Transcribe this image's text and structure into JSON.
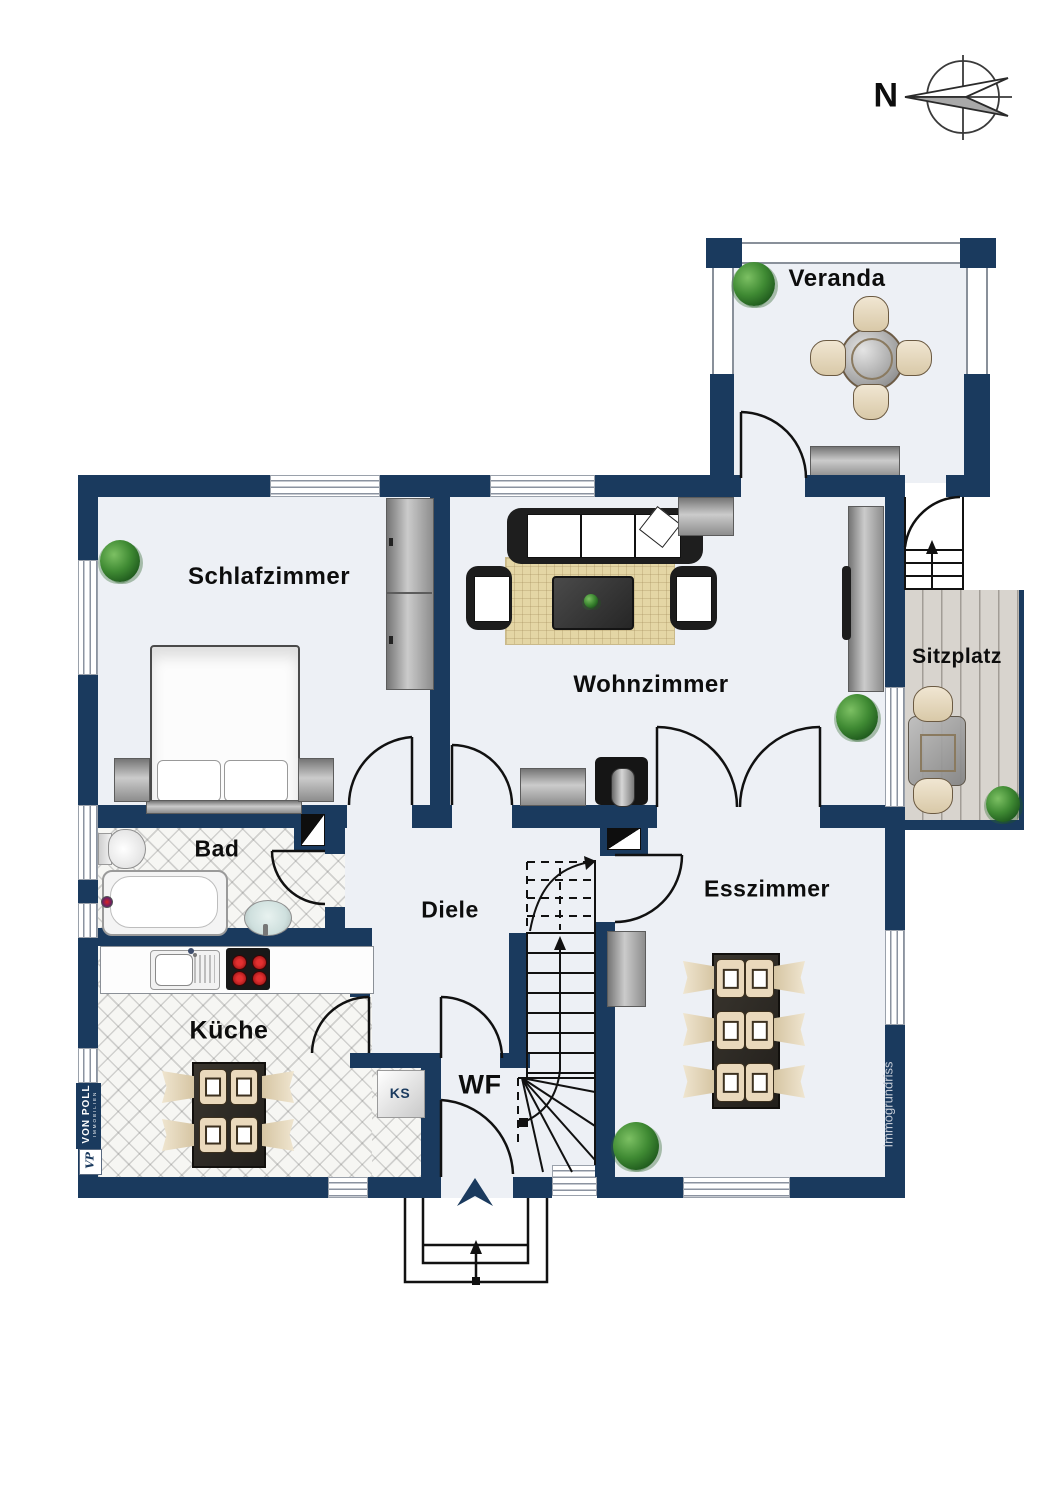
{
  "compass": {
    "north_label": "N"
  },
  "rooms": {
    "veranda": "Veranda",
    "schlafzimmer": "Schlafzimmer",
    "wohnzimmer": "Wohnzimmer",
    "sitzplatz": "Sitzplatz",
    "bad": "Bad",
    "diele": "Diele",
    "esszimmer": "Esszimmer",
    "kueche": "Küche",
    "windfang": "WF",
    "kuehlschrank": "KS"
  },
  "branding": {
    "agency_name": "VON POLL",
    "agency_sub": "IMMOBILIEN",
    "agency_monogram": "VP",
    "watermark": "Immogrundriss"
  },
  "colors": {
    "wall": "#1a3a5e",
    "floor": "#edf0f5",
    "deck": "#d8d4ce",
    "rug": "#e4d6a5",
    "burner": "#cc1111",
    "plant": "#2e6b2a"
  }
}
